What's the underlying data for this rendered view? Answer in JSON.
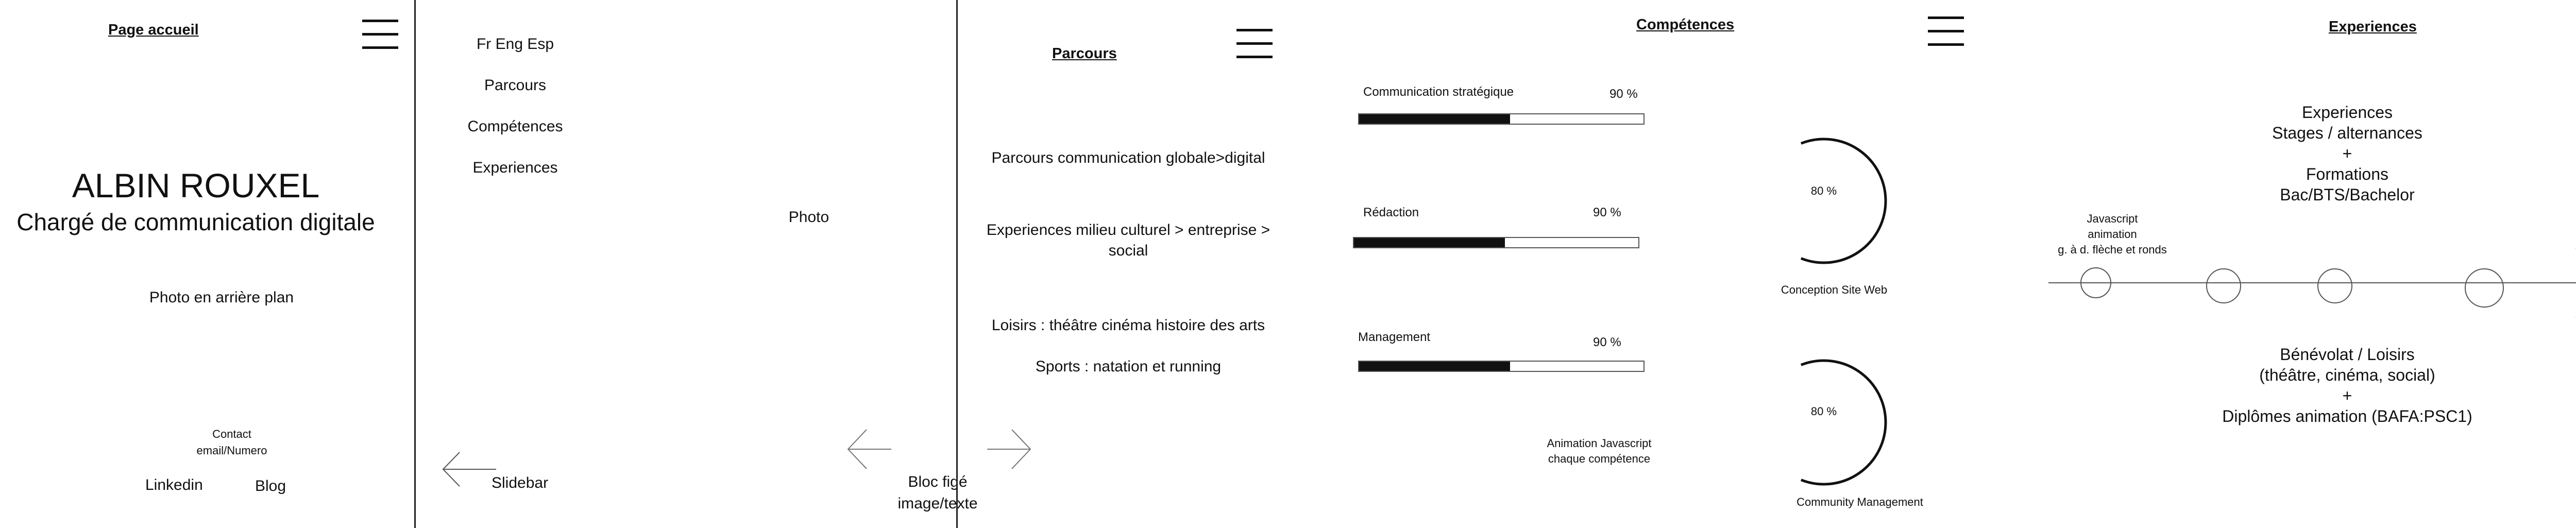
{
  "panel1": {
    "title": "Page accueil",
    "name": "ALBIN ROUXEL",
    "role": "Chargé de communication digitale",
    "photo_note": "Photo en arrière plan",
    "contact_line1": "Contact",
    "contact_line2": "email/Numero",
    "linkedin": "Linkedin",
    "blog": "Blog"
  },
  "panel2": {
    "languages": "Fr Eng Esp",
    "menu_items": [
      "Parcours",
      "Compétences",
      "Experiences"
    ],
    "slidebar": "Slidebar"
  },
  "panel3": {
    "photo": "Photo",
    "bloc_line1": "Bloc figé",
    "bloc_line2": "image/texte"
  },
  "panel4": {
    "title": "Parcours",
    "item1": "Parcours communication globale>digital",
    "item2_line1": "Experiences milieu culturel > entreprise >",
    "item2_line2": "social",
    "item3": "Loisirs : théâtre cinéma histoire des arts",
    "item4": "Sports : natation et running"
  },
  "panel5": {
    "title": "Compétences",
    "skills": [
      {
        "label": "Communication stratégique",
        "percent_text": "90 %",
        "fill_fraction": 0.53
      },
      {
        "label": "Rédaction",
        "percent_text": "90 %",
        "fill_fraction": 0.53
      },
      {
        "label": "Management",
        "percent_text": "90 %",
        "fill_fraction": 0.53
      }
    ],
    "circles": [
      {
        "percent_text": "80 %",
        "label": "Conception Site Web",
        "fraction": 0.62
      },
      {
        "percent_text": "80 %",
        "label": "Community Management",
        "fraction": 0.62
      }
    ],
    "animation_line1": "Animation Javascript",
    "animation_line2": "chaque compétence"
  },
  "panel6": {
    "title": "Experiences",
    "top_lines": [
      "Experiences",
      "Stages / alternances",
      "+",
      "Formations",
      "Bac/BTS/Bachelor"
    ],
    "note_lines": [
      "Javascript",
      "animation",
      "g. à d. flèche et ronds"
    ],
    "bottom_lines": [
      "Bénévolat / Loisirs",
      "(théâtre, cinéma, social)",
      "+",
      "Diplômes animation (BAFA:PSC1)"
    ]
  }
}
